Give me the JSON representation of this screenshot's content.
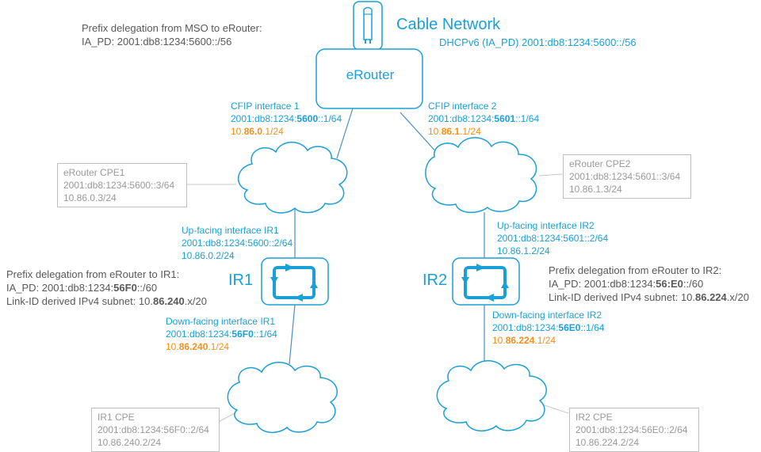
{
  "title": "Cable Network",
  "mso_pd": {
    "line1": "Prefix delegation from MSO to eRouter:",
    "line2": "IA_PD: 2001:db8:1234:5600::/56"
  },
  "dhcpv6": "DHCPv6 (IA_PD) 2001:db8:1234:5600::/56",
  "erouter": {
    "label": "eRouter"
  },
  "cfip1": {
    "label": "CFIP interface 1",
    "ipv6_pre": "2001:db8:1234:",
    "ipv6_bold": "5600",
    "ipv6_post": "::1/64",
    "ipv4_pre": "10.",
    "ipv4_bold": "86.0",
    "ipv4_post": ".1/24"
  },
  "cfip2": {
    "label": "CFIP interface 2",
    "ipv6_pre": "2001:db8:1234:",
    "ipv6_bold": "5601",
    "ipv6_post": "::1/64",
    "ipv4_pre": "10.",
    "ipv4_bold": "86.1",
    "ipv4_post": ".1/24"
  },
  "cpe1": {
    "title": "eRouter CPE1",
    "ipv6": "2001:db8:1234:5600::3/64",
    "ipv4": "10.86.0.3/24"
  },
  "cpe2": {
    "title": "eRouter CPE2",
    "ipv6": "2001:db8:1234:5601::3/64",
    "ipv4": "10.86.1.3/24"
  },
  "up1": {
    "label": "Up-facing interface IR1",
    "ipv6": "2001:db8:1234:5600::2/64",
    "ipv4": "10.86.0.2/24"
  },
  "up2": {
    "label": "Up-facing interface IR2",
    "ipv6": "2001:db8:1234:5601::2/64",
    "ipv4": "10.86.1.2/24"
  },
  "ir1": {
    "label": "IR1"
  },
  "ir2": {
    "label": "IR2"
  },
  "pd_ir1": {
    "line1": "Prefix delegation from eRouter to IR1:",
    "line2_pre": "IA_PD: 2001:db8:1234:",
    "line2_bold": "56F0",
    "line2_post": "::/60",
    "line3_pre": "Link-ID derived IPv4 subnet: 10.",
    "line3_bold": "86.240",
    "line3_post": ".x/20"
  },
  "pd_ir2": {
    "line1": "Prefix delegation from eRouter to IR2:",
    "line2_pre": "IA_PD: 2001:db8:1234:",
    "line2_bold": "56:E0",
    "line2_post": "::/60",
    "line3_pre": "Link-ID derived IPv4 subnet: 10.",
    "line3_bold": "86.224",
    "line3_post": ".x/20"
  },
  "down1": {
    "label": "Down-facing interface IR1",
    "ipv6_pre": "2001:db8:1234:",
    "ipv6_bold": "56F0",
    "ipv6_post": "::1/64",
    "ipv4_pre": "10.",
    "ipv4_bold": "86.240",
    "ipv4_post": ".1/24"
  },
  "down2": {
    "label": "Down-facing interface IR2",
    "ipv6_pre": "2001:db8:1234:",
    "ipv6_bold": "56E0",
    "ipv6_post": "::1/64",
    "ipv4_pre": "10.",
    "ipv4_bold": "86.224",
    "ipv4_post": ".1/24"
  },
  "ir1cpe": {
    "title": "IR1 CPE",
    "ipv6": "2001:db8:1234:56F0::2/64",
    "ipv4": "10.86.240.2/24"
  },
  "ir2cpe": {
    "title": "IR2 CPE",
    "ipv6": "2001:db8:1234:56E0::2/64",
    "ipv4": "10.86.224.2/24"
  },
  "colors": {
    "accent": "#1aa0d6",
    "orange": "#f39019",
    "gray": "#595959",
    "lightgray": "#999999"
  }
}
